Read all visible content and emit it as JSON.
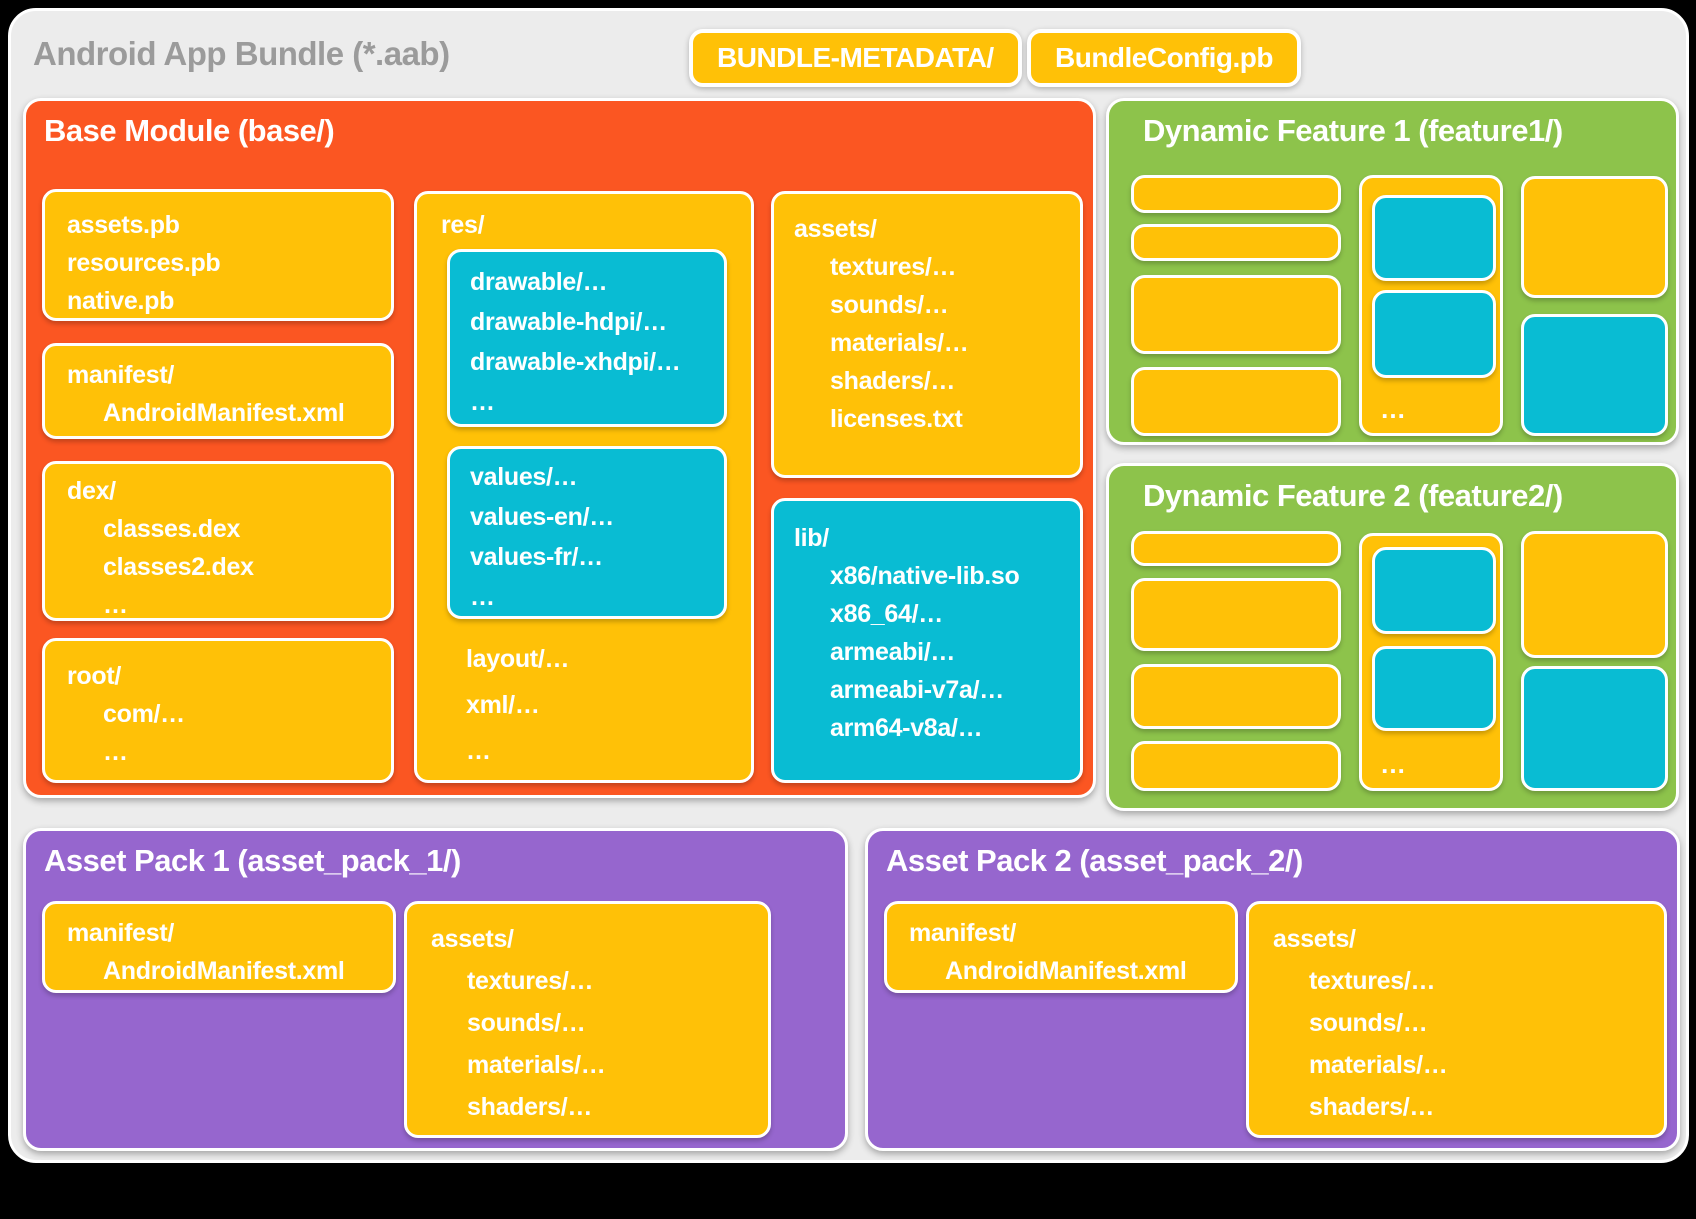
{
  "colors": {
    "background": "#000000",
    "panel": "#ECECEC",
    "orange": "#FB5622",
    "yellow": "#FFC107",
    "cyan": "#09BCD3",
    "green": "#8DC34B",
    "purple": "#9666CE",
    "title_gray": "#9B9B9B",
    "text_white": "#FFFFFF"
  },
  "header": {
    "title": "Android App Bundle (*.aab)",
    "badges": [
      {
        "label": "BUNDLE-METADATA/"
      },
      {
        "label": "BundleConfig.pb"
      }
    ]
  },
  "base_module": {
    "title": "Base Module (base/)",
    "column1": {
      "pb_box": {
        "lines": [
          "assets.pb",
          "resources.pb",
          "native.pb"
        ]
      },
      "manifest_box": {
        "lines": [
          "manifest/",
          "AndroidManifest.xml"
        ]
      },
      "dex_box": {
        "lines": [
          "dex/",
          "classes.dex",
          "classes2.dex",
          "…"
        ]
      },
      "root_box": {
        "lines": [
          "root/",
          "com/…",
          "…"
        ]
      }
    },
    "res_box": {
      "title": "res/",
      "drawable_box": {
        "lines": [
          "drawable/…",
          "drawable-hdpi/…",
          "drawable-xhdpi/…",
          "…"
        ]
      },
      "values_box": {
        "lines": [
          "values/…",
          "values-en/…",
          "values-fr/…",
          "…"
        ]
      },
      "tail_lines": [
        "layout/…",
        "xml/…",
        "…"
      ]
    },
    "column3": {
      "assets_box": {
        "lines": [
          "assets/",
          "textures/…",
          "sounds/…",
          "materials/…",
          "shaders/…",
          "licenses.txt"
        ]
      },
      "lib_box": {
        "lines": [
          "lib/",
          "x86/native-lib.so",
          "x86_64/…",
          "armeabi/…",
          "armeabi-v7a/…",
          "arm64-v8a/…"
        ]
      }
    }
  },
  "feature1": {
    "title": "Dynamic Feature 1 (feature1/)",
    "ellipsis": "…"
  },
  "feature2": {
    "title": "Dynamic Feature 2 (feature2/)",
    "ellipsis": "…"
  },
  "asset_pack_1": {
    "title": "Asset Pack 1 (asset_pack_1/)",
    "manifest_box": {
      "lines": [
        "manifest/",
        "AndroidManifest.xml"
      ]
    },
    "assets_box": {
      "lines": [
        "assets/",
        "textures/…",
        "sounds/…",
        "materials/…",
        "shaders/…"
      ]
    }
  },
  "asset_pack_2": {
    "title": "Asset Pack 2 (asset_pack_2/)",
    "manifest_box": {
      "lines": [
        "manifest/",
        "AndroidManifest.xml"
      ]
    },
    "assets_box": {
      "lines": [
        "assets/",
        "textures/…",
        "sounds/…",
        "materials/…",
        "shaders/…"
      ]
    }
  }
}
